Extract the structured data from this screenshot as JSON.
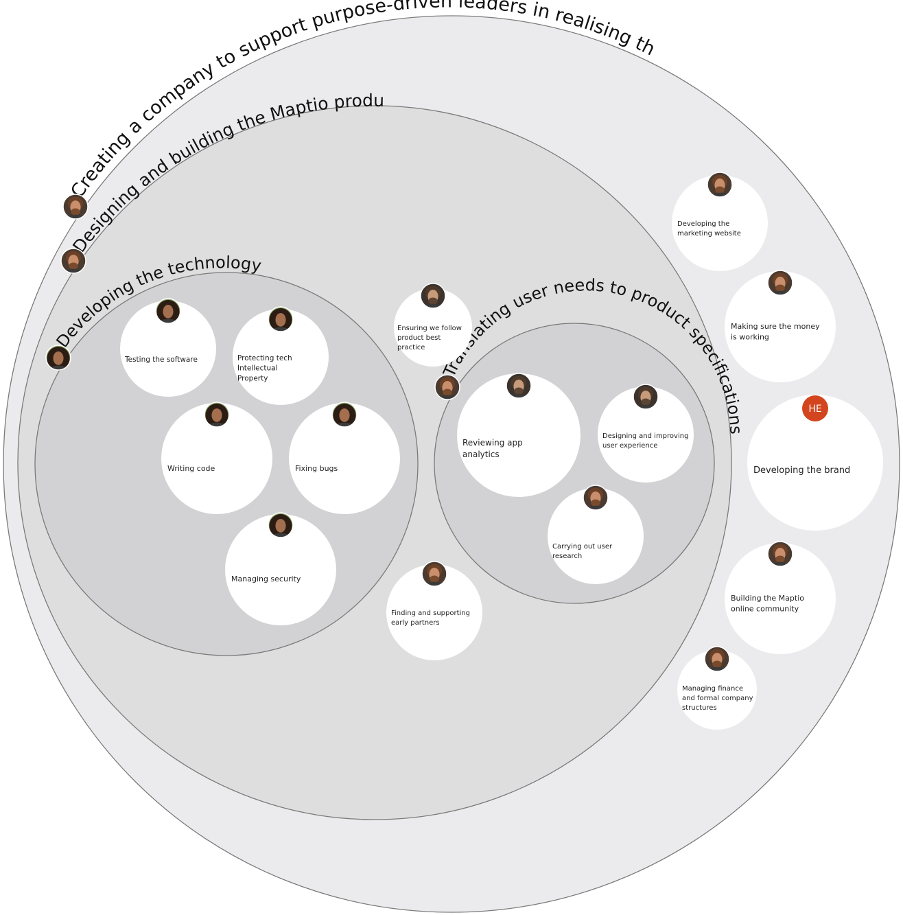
{
  "map": {
    "root": {
      "label": "Creating a company to support purpose-driven leaders in realising their ideas",
      "avatar": "man-beard-avatar"
    },
    "product": {
      "label": "Designing and building the Maptio product",
      "avatar": "man-beard-avatar"
    },
    "technology": {
      "label": "Developing the technology",
      "avatar": "woman-curly-hair-avatar"
    },
    "user_needs": {
      "label": "Translating user needs to product specifications",
      "avatar": "man-beard-avatar"
    },
    "leaves": [
      {
        "label": "Testing the software",
        "avatar": "woman-curly-hair-avatar"
      },
      {
        "label": "Protecting tech Intellectual Property",
        "avatar": "woman-curly-hair-avatar"
      },
      {
        "label": "Writing code",
        "avatar": "woman-curly-hair-avatar"
      },
      {
        "label": "Fixing bugs",
        "avatar": "woman-curly-hair-avatar"
      },
      {
        "label": "Managing security",
        "avatar": "woman-curly-hair-avatar"
      },
      {
        "label": "Ensuring we follow product best practice",
        "avatar": "man-long-hair-avatar"
      },
      {
        "label": "Reviewing app analytics",
        "avatar": "man-long-hair-avatar"
      },
      {
        "label": "Designing and improving user experience",
        "avatar": "man-long-hair-avatar"
      },
      {
        "label": "Carrying out user research",
        "avatar": "man-beard-avatar"
      },
      {
        "label": "Finding and supporting early partners",
        "avatar": "man-beard-avatar"
      },
      {
        "label": "Developing the marketing website",
        "avatar": "man-beard-avatar"
      },
      {
        "label": "Making sure the money is working",
        "avatar": "man-beard-avatar"
      },
      {
        "label": "Developing the brand",
        "avatar": "initials-badge",
        "initials": "HE"
      },
      {
        "label": "Building the Maptio online community",
        "avatar": "man-beard-avatar"
      },
      {
        "label": "Managing finance and formal company structures",
        "avatar": "man-beard-avatar"
      }
    ]
  },
  "colors": {
    "level0": "#ebebed",
    "level1": "#dedede",
    "level2": "#d2d2d4",
    "leaf": "#ffffff",
    "initials_badge": "#d2451e"
  }
}
